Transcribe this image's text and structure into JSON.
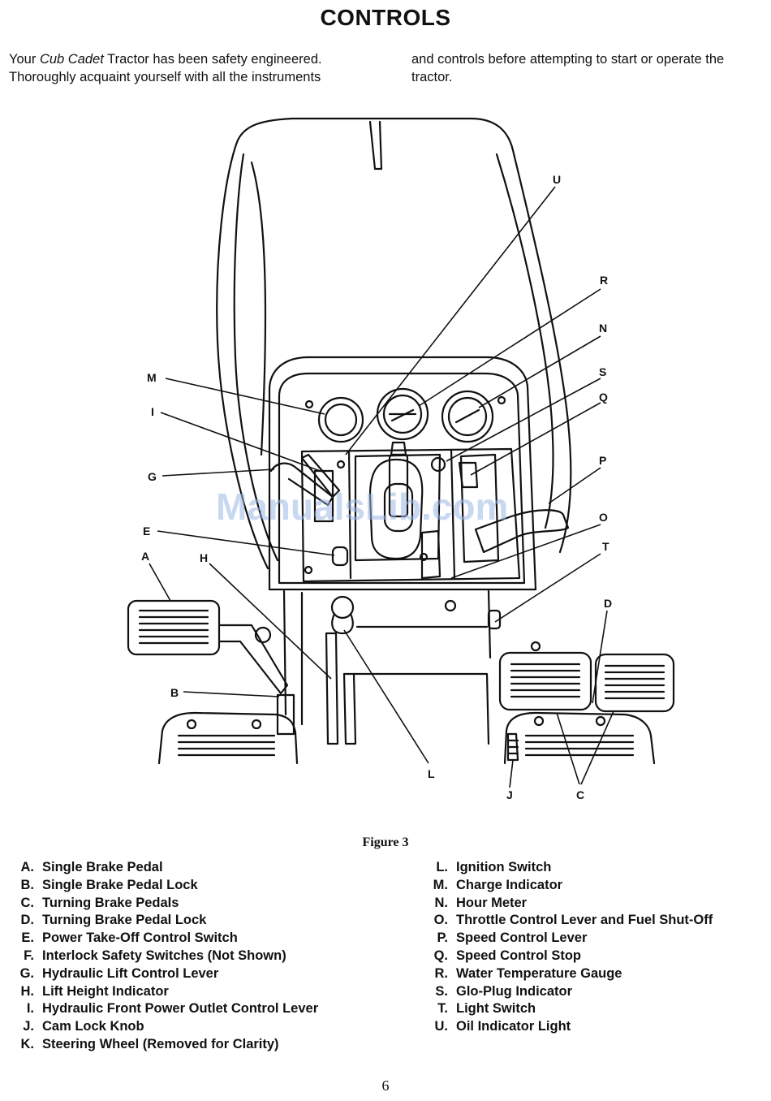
{
  "page": {
    "title": "CONTROLS",
    "intro_left_pre": "Your ",
    "intro_left_brand": "Cub Cadet",
    "intro_left_post": " Tractor has been safety engineered. Thoroughly acquaint yourself with all the instruments",
    "intro_right": "and controls before attempting to start or operate the tractor.",
    "caption": "Figure 3",
    "page_number": "6",
    "watermark": "ManualsLib.com"
  },
  "callouts": {
    "A": "A",
    "B": "B",
    "C": "C",
    "D": "D",
    "E": "E",
    "G": "G",
    "H": "H",
    "I": "I",
    "J": "J",
    "L": "L",
    "M": "M",
    "N": "N",
    "O": "O",
    "P": "P",
    "Q": "Q",
    "R": "R",
    "S": "S",
    "T": "T",
    "U": "U"
  },
  "legend_left": [
    {
      "letter": "A.",
      "text": "Single Brake Pedal"
    },
    {
      "letter": "B.",
      "text": "Single Brake Pedal Lock"
    },
    {
      "letter": "C.",
      "text": "Turning Brake Pedals"
    },
    {
      "letter": "D.",
      "text": "Turning Brake Pedal Lock"
    },
    {
      "letter": "E.",
      "text": "Power Take-Off Control Switch"
    },
    {
      "letter": "F.",
      "text": "Interlock Safety Switches (Not Shown)"
    },
    {
      "letter": "G.",
      "text": "Hydraulic Lift Control Lever"
    },
    {
      "letter": "H.",
      "text": "Lift Height Indicator"
    },
    {
      "letter": "I.",
      "text": "Hydraulic Front Power Outlet Control Lever"
    },
    {
      "letter": "J.",
      "text": "Cam Lock Knob"
    },
    {
      "letter": "K.",
      "text": "Steering Wheel (Removed for Clarity)"
    }
  ],
  "legend_right": [
    {
      "letter": "L.",
      "text": "Ignition Switch"
    },
    {
      "letter": "M.",
      "text": "Charge Indicator"
    },
    {
      "letter": "N.",
      "text": "Hour Meter"
    },
    {
      "letter": "O.",
      "text": "Throttle Control Lever and Fuel Shut-Off"
    },
    {
      "letter": "P.",
      "text": "Speed Control Lever"
    },
    {
      "letter": "Q.",
      "text": "Speed Control Stop"
    },
    {
      "letter": "R.",
      "text": "Water Temperature Gauge"
    },
    {
      "letter": "S.",
      "text": "Glo-Plug Indicator"
    },
    {
      "letter": "T.",
      "text": "Light Switch"
    },
    {
      "letter": "U.",
      "text": "Oil Indicator Light"
    }
  ]
}
